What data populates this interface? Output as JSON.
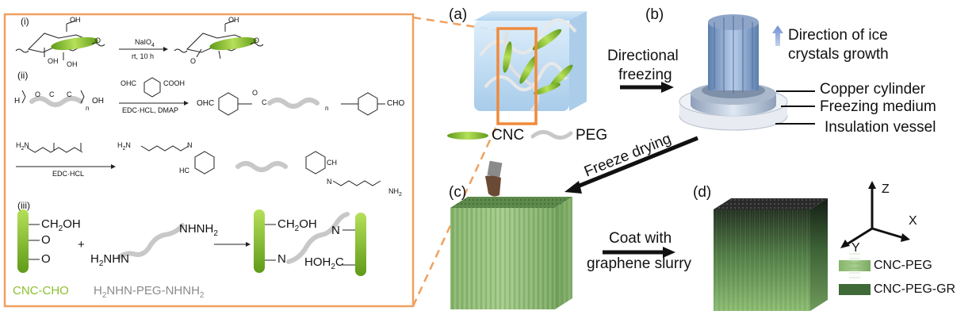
{
  "scheme": {
    "step_i": "(i)",
    "step_ii": "(ii)",
    "step_iii": "(iii)",
    "oh1": "OH",
    "oh2": "OH",
    "oh3": "OH",
    "oh4": "OH",
    "o_ring1": "O",
    "o_ring2": "O",
    "o_ring3": "O",
    "reagent1": "NaIO",
    "reagent1_sub": "4",
    "cond1": "rt, 10 h",
    "peg_left": "H",
    "peg_o": "O",
    "peg_c1": "C",
    "peg_c2": "C",
    "peg_n": "n",
    "peg_oh": "OH",
    "acid": "OHC",
    "acid_right": "COOH",
    "reagent2": "EDC·HCL, DMAP",
    "prod2_left": "OHC",
    "prod2_right": "CHO",
    "prod2_o1": "O",
    "prod2_c": "C",
    "prod2_n": "n",
    "hydrazide": "H",
    "reagent3": "EDC·HCL",
    "prod3_h2n": "H",
    "prod3_n": "N",
    "prod3_nh2": "NH",
    "prod3_hc": "HC",
    "prod3_ch": "CH",
    "prod3_nn": "N",
    "cho_ch2oh": "CH",
    "cho_ch2oh_tail": "OH",
    "cho_o1": "O",
    "cho_o2": "O",
    "plus": "+",
    "hz_right": "NHNH",
    "hz_right_sub": "2",
    "hz_left": "H",
    "hz_left_sub": "2",
    "hz_left_tail": "NHN",
    "gel_ch2oh": "CH",
    "gel_ch2oh_tail": "OH",
    "gel_n1": "N",
    "gel_n2": "N",
    "gel_hoh2c": "HOH",
    "gel_hoh2c_tail": "C",
    "caption_cnc": "CNC-CHO",
    "caption_peg": "H",
    "caption_peg_mid": "NHN-PEG-NHNH",
    "caption_peg_sub": "2"
  },
  "panels": {
    "a": "(a)",
    "b": "(b)",
    "c": "(c)",
    "d": "(d)"
  },
  "labels": {
    "cnc": "CNC",
    "peg": "PEG",
    "directional_1": "Directional",
    "directional_2": "freezing",
    "ice_1": "Direction of ice",
    "ice_2": "crystals growth",
    "copper": "Copper cylinder",
    "medium": "Freezing medium",
    "vessel": "Insulation vessel",
    "freeze_drying": "Freeze drying",
    "coat_1": "Coat with",
    "coat_2": "graphene slurry",
    "axis_z": "Z",
    "axis_x": "X",
    "axis_y": "Y",
    "legend_peg": "CNC-PEG",
    "legend_gr": "CNC-PEG-GR"
  },
  "colors": {
    "frame": "#f0a060",
    "cnc_green": "#7fb82a",
    "peg_gray": "#c8c8c8",
    "ice_blue": "#8fa8d8",
    "scaffold_green": "#8fb87a",
    "scaffold_dark": "#2b3b2b"
  }
}
